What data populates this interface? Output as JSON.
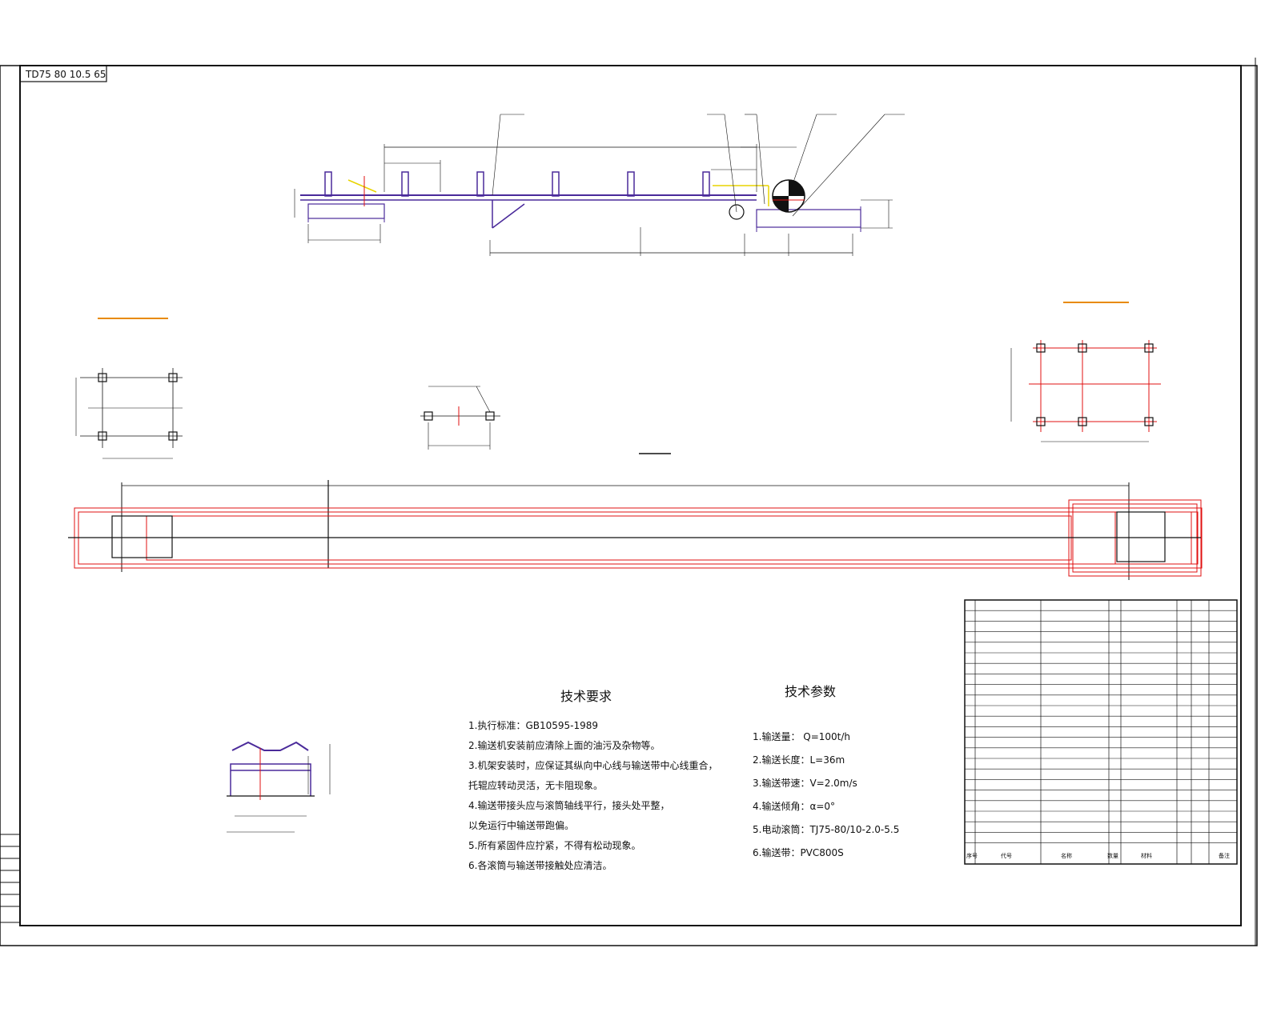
{
  "drawing_code": "TD75 80 10.5 65",
  "technical_requirements": {
    "title": "技术要求",
    "items": [
      "1.执行标准：GB10595-1989",
      "2.输送机安装前应清除上面的油污及杂物等。",
      "3.机架安装时，应保证其纵向中心线与输送带中心线重合，",
      "  托辊应转动灵活，无卡阻现象。",
      "4.输送带接头应与滚筒轴线平行，接头处平整，",
      "  以免运行中输送带跑偏。",
      "5.所有紧固件应拧紧，不得有松动现象。",
      "6.各滚筒与输送带接触处应清洁。"
    ]
  },
  "technical_parameters": {
    "title": "技术参数",
    "items": [
      "1.输送量：  Q=100t/h",
      "2.输送长度：L=36m",
      "3.输送带速：V=2.0m/s",
      "4.输送倾角：α=0°",
      "5.电动滚筒：TJ75-80/10-2.0-5.5",
      "6.输送带：PVC800S"
    ]
  },
  "parts_table": {
    "footer": [
      "序号",
      "代号",
      "名称",
      "数量",
      "材料",
      "备注"
    ]
  }
}
